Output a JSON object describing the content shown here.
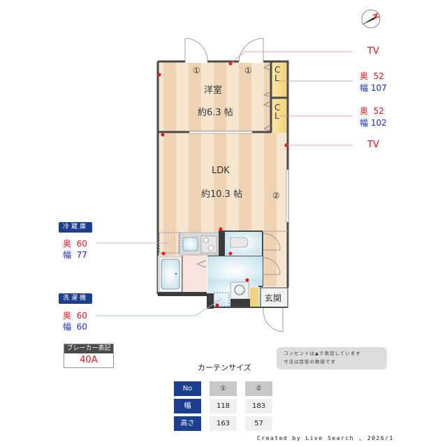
{
  "rooms": {
    "western": {
      "name": "洋室",
      "size": "約6.3 帖"
    },
    "ldk": {
      "name": "LDK",
      "size": "約10.3 帖"
    },
    "entrance": {
      "name": "玄関"
    },
    "closet_label": "C\nL"
  },
  "window_markers": {
    "one": "①",
    "two": "②"
  },
  "annotations": {
    "tv_top": "TV",
    "tv_bottom": "TV",
    "closet1": {
      "depth_label": "奥",
      "depth": "52",
      "width_label": "幅",
      "width": "107"
    },
    "closet2": {
      "depth_label": "奥",
      "depth": "52",
      "width_label": "幅",
      "width": "102"
    },
    "fridge": {
      "tag": "冷蔵庫",
      "depth_label": "奥",
      "depth": "60",
      "width_label": "幅",
      "width": "77"
    },
    "washer": {
      "tag": "洗濯機",
      "depth_label": "奥",
      "depth": "60",
      "width_label": "幅",
      "width": "60"
    }
  },
  "breaker": {
    "label": "ブレーカー表記",
    "value": "40A"
  },
  "note": {
    "line1": "コンセントは▲で表記しています",
    "line2": "寸法は目安の数値です"
  },
  "curtain": {
    "title": "カーテンサイズ",
    "headers": [
      "No",
      "幅",
      "高さ"
    ],
    "columns": [
      {
        "no": "①",
        "width": "118",
        "height": "163"
      },
      {
        "no": "②",
        "width": "183",
        "height": "57"
      }
    ]
  },
  "colors": {
    "outlet": "#e8141b",
    "navy": "#1b3e8f",
    "floor": "#f3dcc0",
    "wet": "#cfe8f2"
  },
  "credit": "Created by Live Search , 2026/1"
}
